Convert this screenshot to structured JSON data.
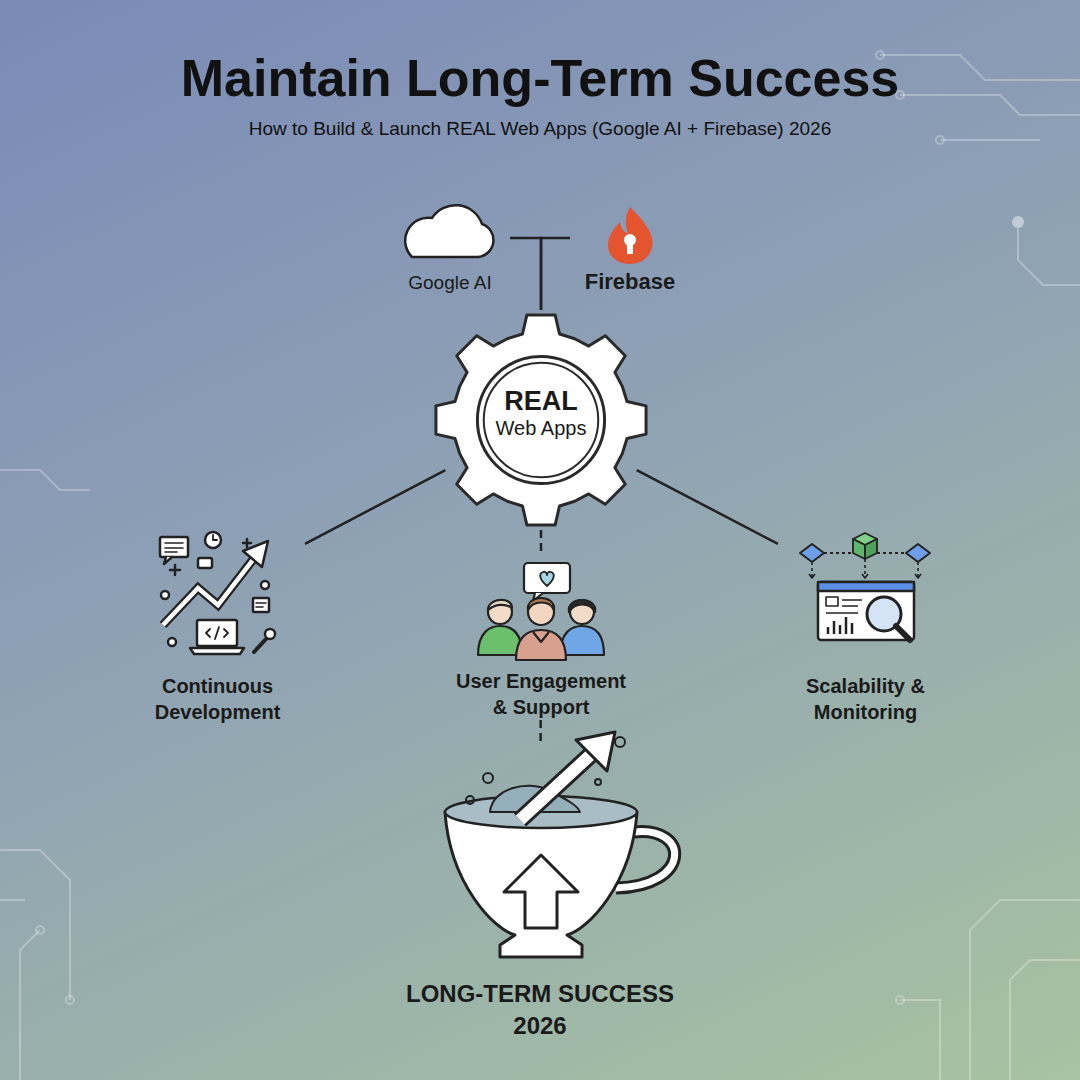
{
  "diagram": {
    "title": "Maintain Long-Term Success",
    "nodes": [
      {
        "text": [
          "Google AI"
        ]
      },
      {
        "text": [
          "Firebase"
        ]
      },
      {
        "text": [
          "REAL",
          "Web Apps"
        ]
      },
      {
        "text": [
          "Continuous Development"
        ]
      },
      {
        "text": [
          "User Engagement & Support"
        ]
      },
      {
        "text": [
          "Scalability & Monitoring"
        ]
      },
      {
        "text": [
          "LONG-TERM SUCCESS 2026"
        ]
      }
    ],
    "edges": [
      {
        "from": 0,
        "to": 2,
        "arrow": "none"
      },
      {
        "from": 1,
        "to": 2,
        "arrow": "none"
      },
      {
        "from": 2,
        "to": 3,
        "arrow": "none"
      },
      {
        "from": 2,
        "to": 4,
        "arrow": "none"
      },
      {
        "from": 2,
        "to": 5,
        "arrow": "none"
      },
      {
        "from": 4,
        "to": 6,
        "arrow": "none"
      }
    ],
    "labels": [
      "How to Build & Launch REAL Web Apps (Google AI + Firebase) 2026"
    ]
  }
}
